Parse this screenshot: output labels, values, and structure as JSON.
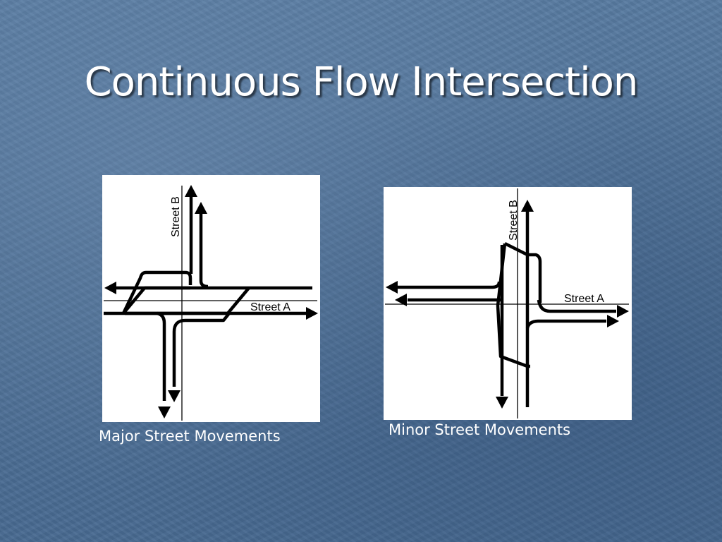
{
  "slide": {
    "title": "Continuous Flow Intersection"
  },
  "figures": [
    {
      "id": "major",
      "caption": "Major Street Movements",
      "street_a_label": "Street A",
      "street_b_label": "Street B"
    },
    {
      "id": "minor",
      "caption": "Minor Street Movements",
      "street_a_label": "Street A",
      "street_b_label": "Street B"
    }
  ],
  "colors": {
    "background": "#4f7196",
    "title_text": "#ffffff",
    "panel": "#ffffff",
    "lines": "#000000"
  }
}
